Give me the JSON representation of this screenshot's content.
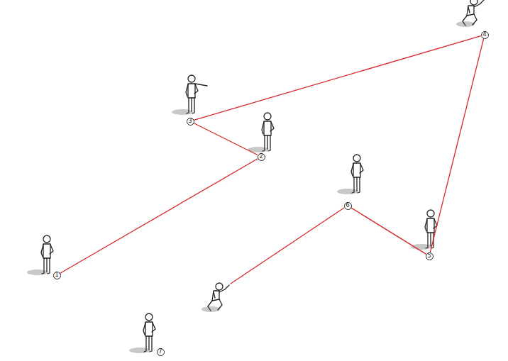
{
  "diagram": {
    "nodes": [
      {
        "text": [
          "1"
        ]
      },
      {
        "text": [
          "2"
        ]
      },
      {
        "text": [
          "3"
        ]
      },
      {
        "text": [
          "4"
        ]
      },
      {
        "text": [
          "5"
        ]
      },
      {
        "text": [
          "6"
        ]
      },
      {
        "text": [
          "7"
        ]
      }
    ],
    "edges": [
      {
        "from": 0,
        "to": 1,
        "arrow": "none"
      },
      {
        "from": 1,
        "to": 2,
        "arrow": "none"
      },
      {
        "from": 2,
        "to": 3,
        "arrow": "none"
      },
      {
        "from": 3,
        "to": 4,
        "arrow": "none"
      },
      {
        "from": 4,
        "to": 5,
        "arrow": "none"
      }
    ]
  }
}
